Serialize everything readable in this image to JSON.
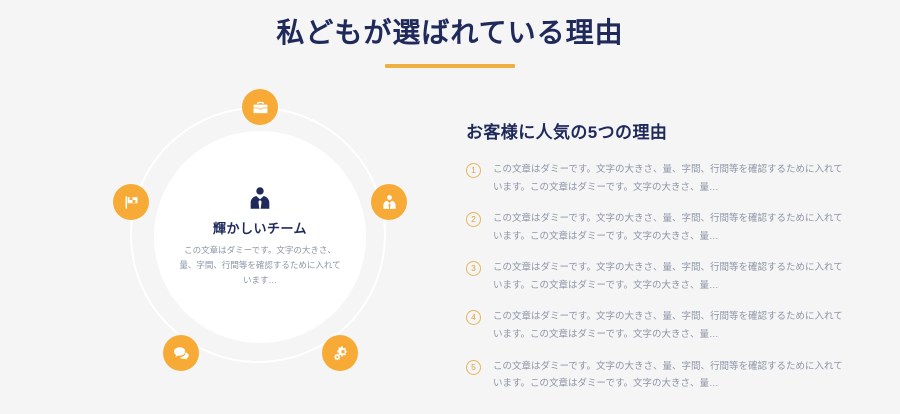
{
  "header": {
    "title": "私どもが選ばれている理由",
    "accent_color": "#f0b041",
    "title_color": "#1f2a5b"
  },
  "diagram": {
    "center": {
      "icon": "user-tie-icon",
      "title": "輝かしいチーム",
      "description": "この文章はダミーです。文字の大きさ、量、字間、行間等を確認するために入れています…"
    },
    "node_color": "#f7ab36",
    "nodes": [
      {
        "position": "top",
        "icon": "briefcase-icon"
      },
      {
        "position": "right",
        "icon": "user-tie-icon"
      },
      {
        "position": "bottom-right",
        "icon": "gears-icon"
      },
      {
        "position": "bottom-left",
        "icon": "comments-icon"
      },
      {
        "position": "left",
        "icon": "flag-icon"
      }
    ]
  },
  "reasons": {
    "heading": "お客様に人気の5つの理由",
    "items": [
      {
        "number": "1",
        "text": "この文章はダミーです。文字の大きさ、量、字間、行間等を確認するために入れています。この文章はダミーです。文字の大きさ、量…"
      },
      {
        "number": "2",
        "text": "この文章はダミーです。文字の大きさ、量、字間、行間等を確認するために入れています。この文章はダミーです。文字の大きさ、量…"
      },
      {
        "number": "3",
        "text": "この文章はダミーです。文字の大きさ、量、字間、行間等を確認するために入れています。この文章はダミーです。文字の大きさ、量…"
      },
      {
        "number": "4",
        "text": "この文章はダミーです。文字の大きさ、量、字間、行間等を確認するために入れています。この文章はダミーです。文字の大きさ、量…"
      },
      {
        "number": "5",
        "text": "この文章はダミーです。文字の大きさ、量、字間、行間等を確認するために入れています。この文章はダミーです。文字の大きさ、量…"
      }
    ]
  }
}
